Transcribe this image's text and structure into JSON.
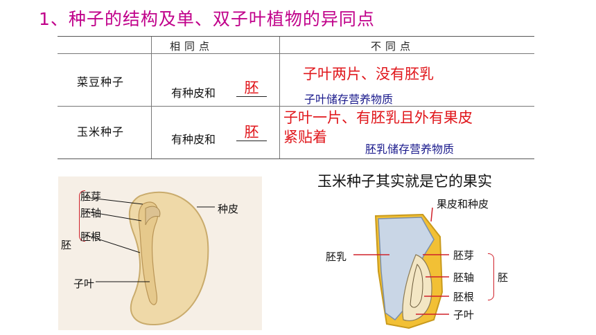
{
  "title": "1、种子的结构及单、双子叶植物的异同点",
  "table": {
    "header_same": "相同点",
    "header_diff": "不同点",
    "rows": [
      {
        "name": "菜豆种子",
        "same_prefix": "有种皮和",
        "same_blank": "胚",
        "diff_red": "子叶两片、没有胚乳",
        "diff_blue": "子叶储存营养物质"
      },
      {
        "name": "玉米种子",
        "same_prefix": "有种皮和",
        "same_blank": "胚",
        "diff_red_line1": "子叶一片、有胚乳且外有果皮",
        "diff_red_line2": "紧贴着",
        "diff_blue": "胚乳储存营养物质"
      }
    ]
  },
  "bean_diagram": {
    "labels": {
      "plumule": "胚芽",
      "hypocotyl": "胚轴",
      "radicle": "胚根",
      "embryo": "胚",
      "cotyledon": "子叶",
      "seed_coat": "种皮"
    }
  },
  "corn_diagram": {
    "caption": "玉米种子其实就是它的果实",
    "labels": {
      "pericarp_seed_coat": "果皮和种皮",
      "endosperm": "胚乳",
      "plumule": "胚芽",
      "hypocotyl": "胚轴",
      "radicle": "胚根",
      "cotyledon": "子叶",
      "embryo": "胚"
    }
  },
  "colors": {
    "title": "#c0008a",
    "answer_red": "#e0161b",
    "note_blue": "#1a1a8c",
    "bracket_red": "#d0202a"
  }
}
